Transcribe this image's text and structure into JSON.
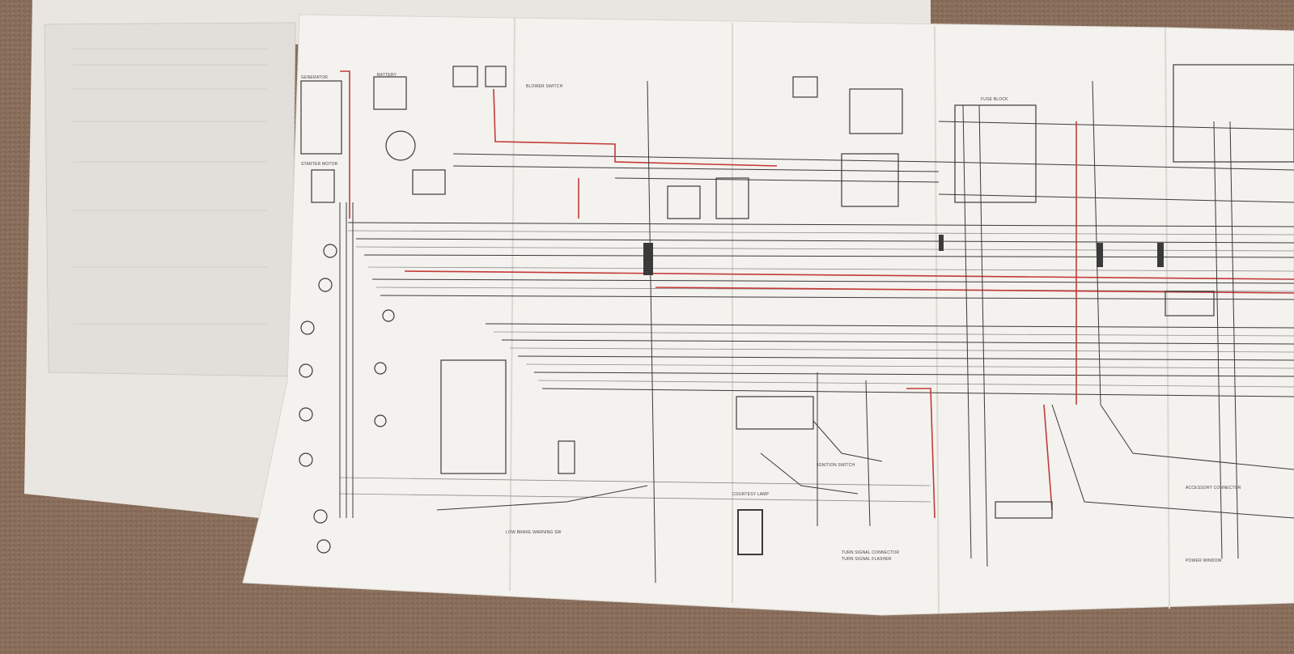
{
  "scene": {
    "subject": "unfolded wiring diagram sheet",
    "colors": {
      "carpet": "#8a6f5c",
      "paper": "#f4f2ee",
      "paper_shadow": "#dcd8d2",
      "wire_dark": "#3a3a3a",
      "wire_red": "#c23a3a",
      "wire_gray": "#8c8c8c"
    }
  },
  "labels": {
    "fuse_block": "FUSE BLOCK",
    "ignition_switch": "IGNITION SWITCH",
    "turn_signal_connector": "TURN SIGNAL CONNECTOR",
    "turn_signal_flasher": "TURN SIGNAL FLASHER",
    "low_brake_warning": "LOW BRAKE WARNING SW",
    "courtesy_lamp": "COURTESY LAMP",
    "accessory_connector": "ACCESSORY CONNECTOR",
    "power_window": "POWER WINDOW",
    "blower_switch": "BLOWER SWITCH",
    "battery": "BATTERY",
    "generator": "GENERATOR",
    "starter_motor": "STARTER MOTOR"
  }
}
